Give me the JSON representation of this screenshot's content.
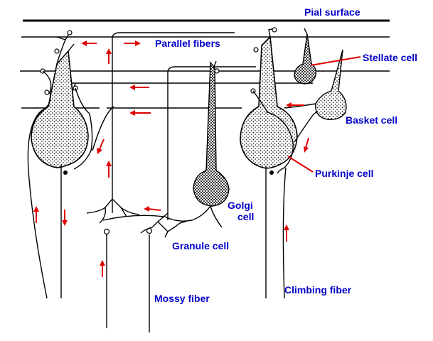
{
  "colors": {
    "label": "#0000c8",
    "pointer": "#e00000",
    "arrow": "#e00000",
    "line": "#000000"
  },
  "labels": {
    "pial_surface": "Pial surface",
    "parallel_fibers": "Parallel fibers",
    "stellate_cell": "Stellate cell",
    "basket_cell": "Basket cell",
    "purkinje_cell": "Purkinje cell",
    "golgi_cell_line1": "Golgi",
    "golgi_cell_line2": "cell",
    "granule_cell": "Granule cell",
    "mossy_fiber": "Mossy fiber",
    "climbing_fiber": "Climbing fiber"
  }
}
